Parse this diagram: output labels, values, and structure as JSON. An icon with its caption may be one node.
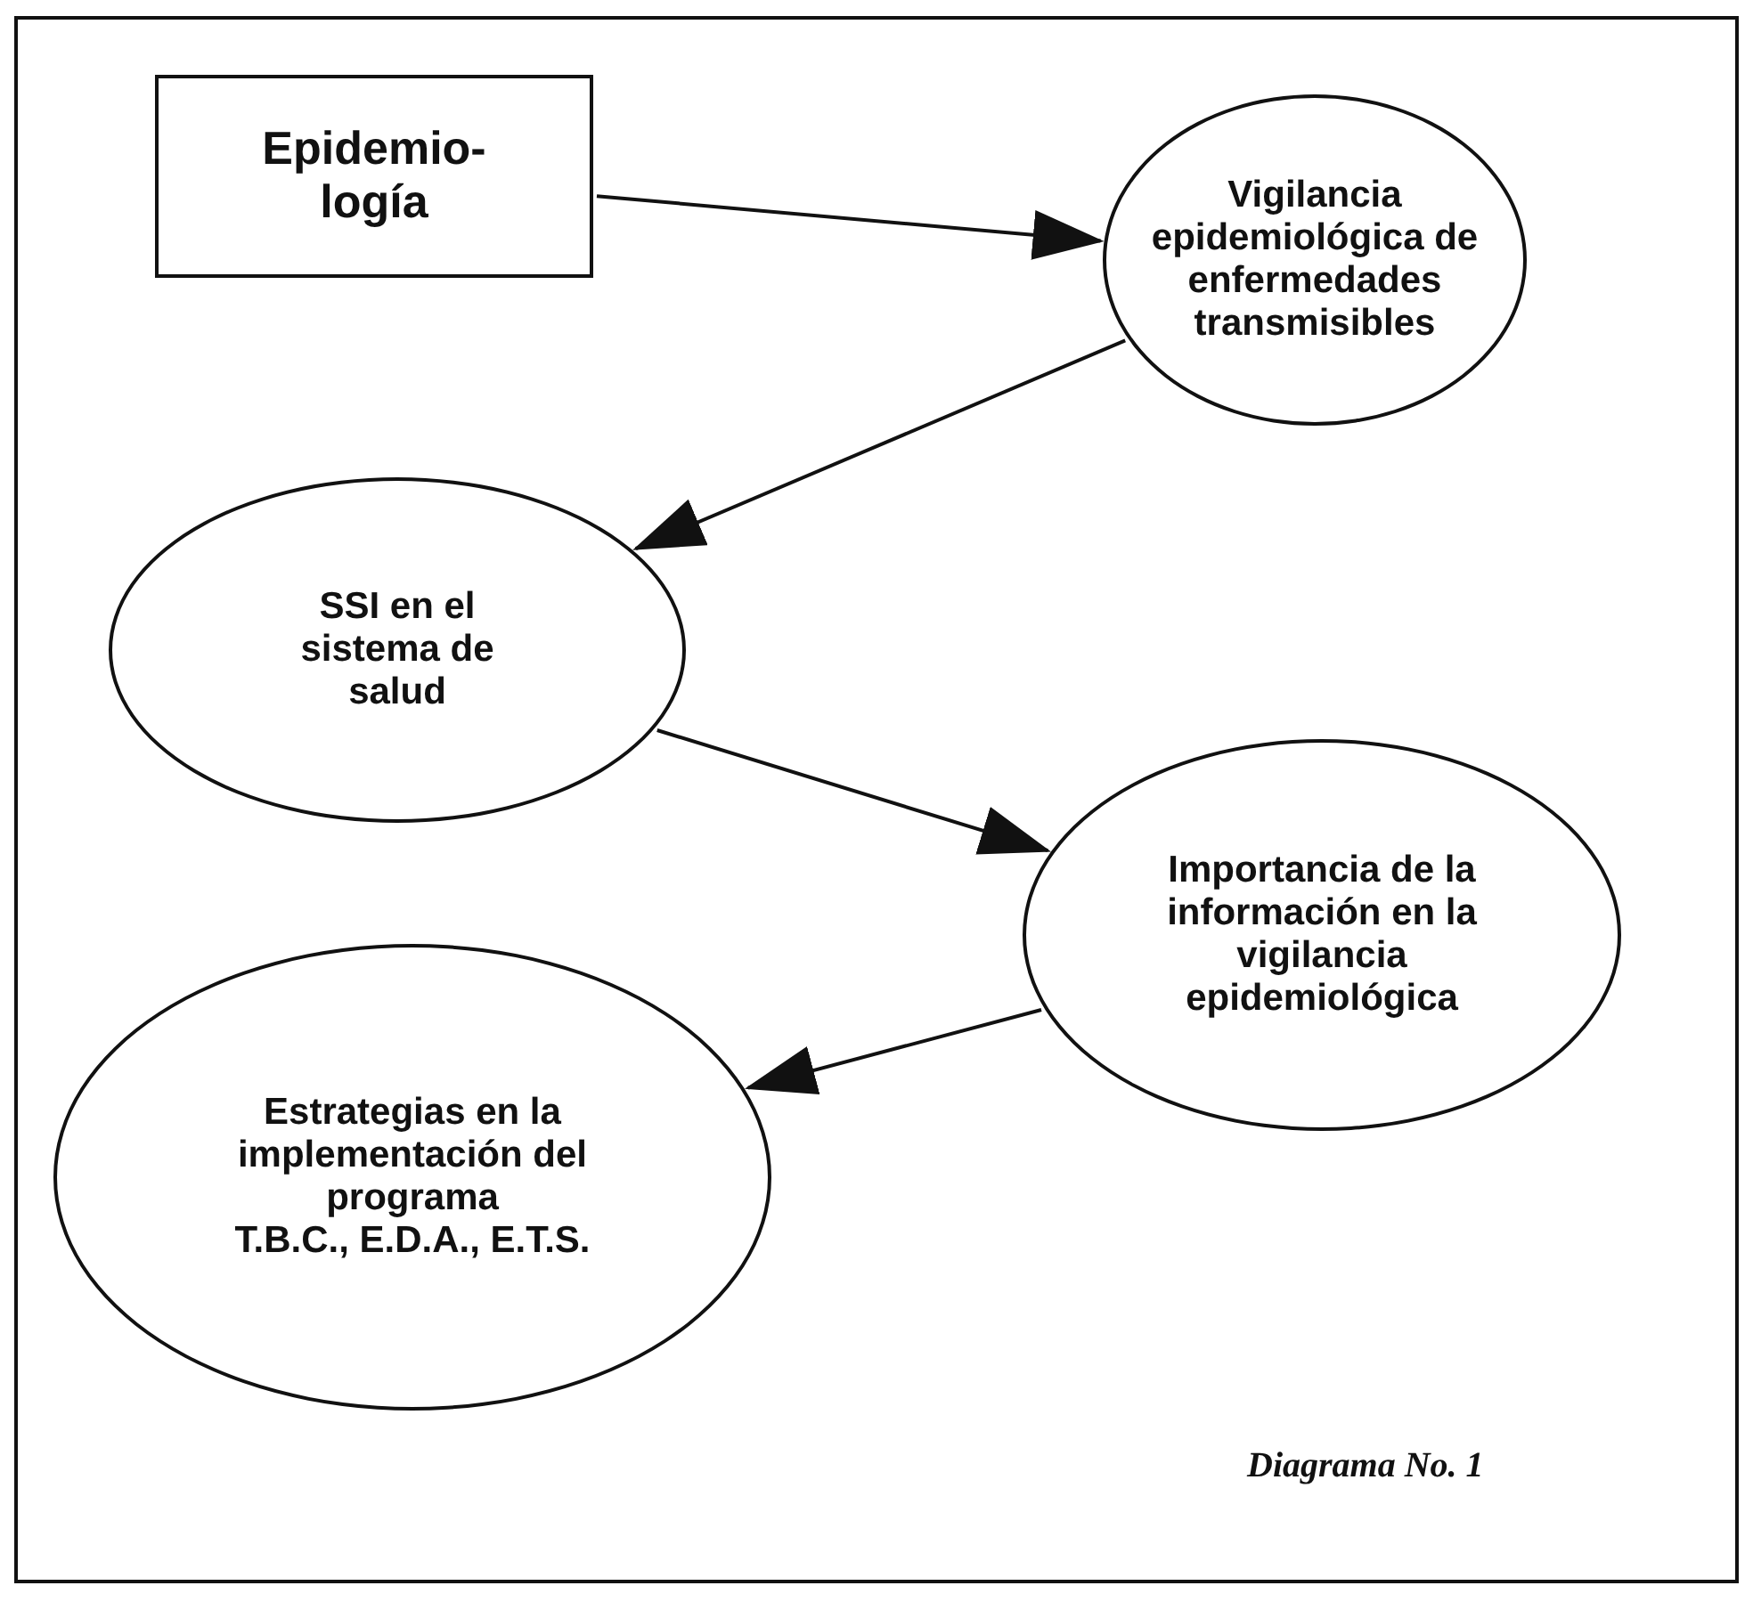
{
  "diagram": {
    "caption": "Diagrama No. 1",
    "nodes": [
      {
        "text": [
          "Epidemio-logía"
        ]
      },
      {
        "text": [
          "Vigilancia epidemiológica de enfermedades transmisibles"
        ]
      },
      {
        "text": [
          "SSI en el sistema de salud"
        ]
      },
      {
        "text": [
          "Importancia de la información en la vigilancia epidemiológica"
        ]
      },
      {
        "text": [
          "Estrategias en la implementación del programa",
          "T.B.C., E.D.A., E.T.S."
        ]
      }
    ],
    "edges": [
      {
        "from": 0,
        "to": 1,
        "arrow": "to"
      },
      {
        "from": 1,
        "to": 2,
        "arrow": "to"
      },
      {
        "from": 2,
        "to": 3,
        "arrow": "to"
      },
      {
        "from": 3,
        "to": 4,
        "arrow": "to"
      }
    ]
  }
}
